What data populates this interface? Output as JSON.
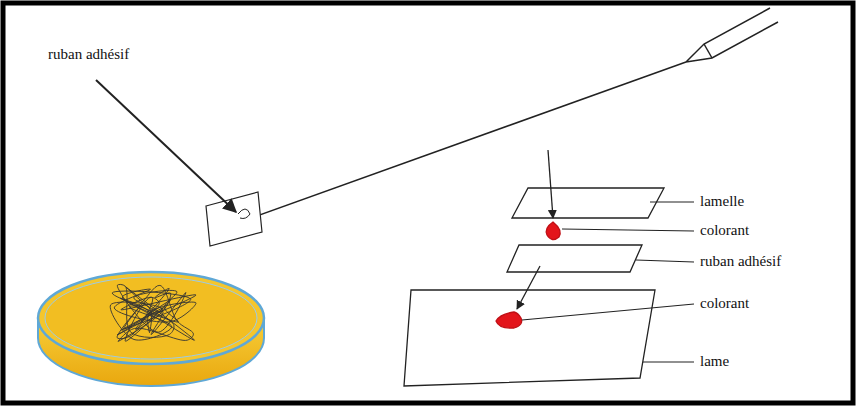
{
  "diagram": {
    "labels": [
      "ruban adhésif",
      "lamelle",
      "colorant",
      "ruban adhésif",
      "colorant",
      "lame"
    ]
  }
}
